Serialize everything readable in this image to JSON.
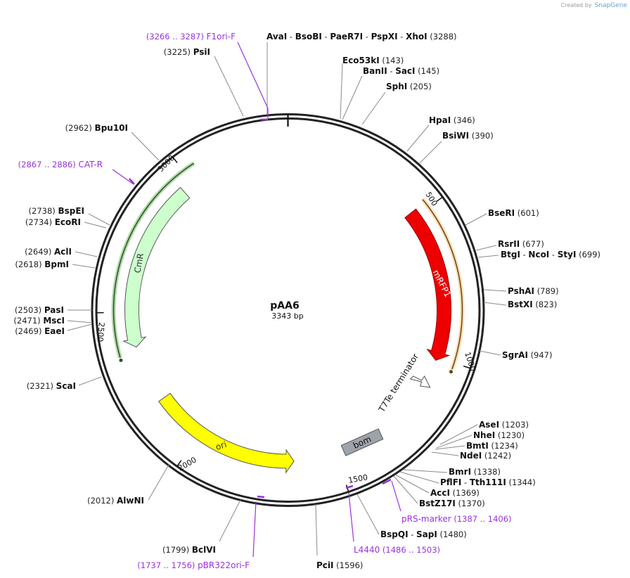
{
  "credit": {
    "prefix": "Created by",
    "brand": "SnapGene"
  },
  "plasmid": {
    "name": "pAA6",
    "size_label": "3343 bp",
    "length": 3343
  },
  "ticks": [
    {
      "label": "500",
      "pos": 500
    },
    {
      "label": "1000",
      "pos": 1000
    },
    {
      "label": "1500",
      "pos": 1500
    },
    {
      "label": "2000",
      "pos": 2000
    },
    {
      "label": "2500",
      "pos": 2500
    },
    {
      "label": "3000",
      "pos": 3000
    }
  ],
  "features": [
    {
      "name": "mRFP1",
      "type": "cds",
      "start": 480,
      "end": 1010,
      "dir": 1,
      "color": "#ee0000",
      "text_color": "#ffffff"
    },
    {
      "name": "T7Te terminator",
      "type": "terminator",
      "start": 1080,
      "end": 1120,
      "dir": 1,
      "color": "#ffffff",
      "text_color": "#111111"
    },
    {
      "name": "bom",
      "type": "misc",
      "start": 1335,
      "end": 1475,
      "dir": 0,
      "color": "#9da3a8",
      "text_color": "#111111"
    },
    {
      "name": "ori",
      "type": "rep",
      "start": 1650,
      "end": 2180,
      "dir": -1,
      "color": "#ffff00",
      "text_color": "#333333"
    },
    {
      "name": "CmR",
      "type": "cds",
      "start": 2380,
      "end": 2960,
      "dir": -1,
      "color": "#ccffcc",
      "text_color": "#333333"
    }
  ],
  "outer_features": [
    {
      "name": "mRFP1-outer",
      "start": 470,
      "end": 1020,
      "dir": 1,
      "color": "#f0a030"
    },
    {
      "name": "CmR-outer",
      "start": 2360,
      "end": 3040,
      "dir": -1,
      "color": "#2f8a1f"
    }
  ],
  "sites": [
    {
      "parts": [
        "AvaI",
        "BsoBI",
        "PaeR7I",
        "PspXI",
        "XhoI"
      ],
      "num": "(3288)",
      "pos": 3288
    },
    {
      "parts": [
        "Eco53kI"
      ],
      "num": "(143)",
      "pos": 143
    },
    {
      "parts": [
        "BanII",
        "SacI"
      ],
      "num": "(145)",
      "pos": 145
    },
    {
      "parts": [
        "SphI"
      ],
      "num": "(205)",
      "pos": 205
    },
    {
      "parts": [
        "HpaI"
      ],
      "num": "(346)",
      "pos": 346
    },
    {
      "parts": [
        "BsiWI"
      ],
      "num": "(390)",
      "pos": 390
    },
    {
      "parts": [
        "BseRI"
      ],
      "num": "(601)",
      "pos": 601
    },
    {
      "parts": [
        "RsrII"
      ],
      "num": "(677)",
      "pos": 677
    },
    {
      "parts": [
        "BtgI",
        "NcoI",
        "StyI"
      ],
      "num": "(699)",
      "pos": 699
    },
    {
      "parts": [
        "PshAI"
      ],
      "num": "(789)",
      "pos": 789
    },
    {
      "parts": [
        "BstXI"
      ],
      "num": "(823)",
      "pos": 823
    },
    {
      "parts": [
        "SgrAI"
      ],
      "num": "(947)",
      "pos": 947
    },
    {
      "parts": [
        "AseI"
      ],
      "num": "(1203)",
      "pos": 1203
    },
    {
      "parts": [
        "NheI"
      ],
      "num": "(1230)",
      "pos": 1230
    },
    {
      "parts": [
        "BmtI"
      ],
      "num": "(1234)",
      "pos": 1234
    },
    {
      "parts": [
        "NdeI"
      ],
      "num": "(1242)",
      "pos": 1242
    },
    {
      "parts": [
        "BmrI"
      ],
      "num": "(1338)",
      "pos": 1338
    },
    {
      "parts": [
        "PflFI",
        "Tth111I"
      ],
      "num": "(1344)",
      "pos": 1344
    },
    {
      "parts": [
        "AccI"
      ],
      "num": "(1369)",
      "pos": 1369
    },
    {
      "parts": [
        "BstZ17I"
      ],
      "num": "(1370)",
      "pos": 1370
    },
    {
      "parts": [
        "BspQI",
        "SapI"
      ],
      "num": "(1480)",
      "pos": 1480
    },
    {
      "parts": [
        "PciI"
      ],
      "num": "(1596)",
      "pos": 1596
    },
    {
      "parts": [
        "BclVI"
      ],
      "num": "(1799)",
      "pos": 1799
    },
    {
      "parts": [
        "AlwNI"
      ],
      "num": "(2012)",
      "pos": 2012
    },
    {
      "parts": [
        "ScaI"
      ],
      "num": "(2321)",
      "pos": 2321
    },
    {
      "parts": [
        "EaeI"
      ],
      "num": "(2469)",
      "pos": 2469
    },
    {
      "parts": [
        "MscI"
      ],
      "num": "(2471)",
      "pos": 2471
    },
    {
      "parts": [
        "PasI"
      ],
      "num": "(2503)",
      "pos": 2503
    },
    {
      "parts": [
        "BpmI"
      ],
      "num": "(2618)",
      "pos": 2618
    },
    {
      "parts": [
        "AclI"
      ],
      "num": "(2649)",
      "pos": 2649
    },
    {
      "parts": [
        "EcoRI"
      ],
      "num": "(2734)",
      "pos": 2734
    },
    {
      "parts": [
        "BspEI"
      ],
      "num": "(2738)",
      "pos": 2738
    },
    {
      "parts": [
        "Bpu10I"
      ],
      "num": "(2962)",
      "pos": 2962
    },
    {
      "parts": [
        "PsiI"
      ],
      "num": "(3225)",
      "pos": 3225
    }
  ],
  "primers": [
    {
      "name": "F1ori-F",
      "range": "(3266 .. 3287)",
      "pos": 3276
    },
    {
      "name": "CAT-R",
      "range": "(2867 .. 2886)",
      "pos": 2876
    },
    {
      "name": "pRS-marker",
      "range": "(1387 .. 1406)",
      "pos": 1396
    },
    {
      "name": "L4440",
      "range": "(1486 .. 1503)",
      "pos": 1494
    },
    {
      "name": "pBR322ori-F",
      "range": "(1737 .. 1756)",
      "pos": 1746
    }
  ]
}
